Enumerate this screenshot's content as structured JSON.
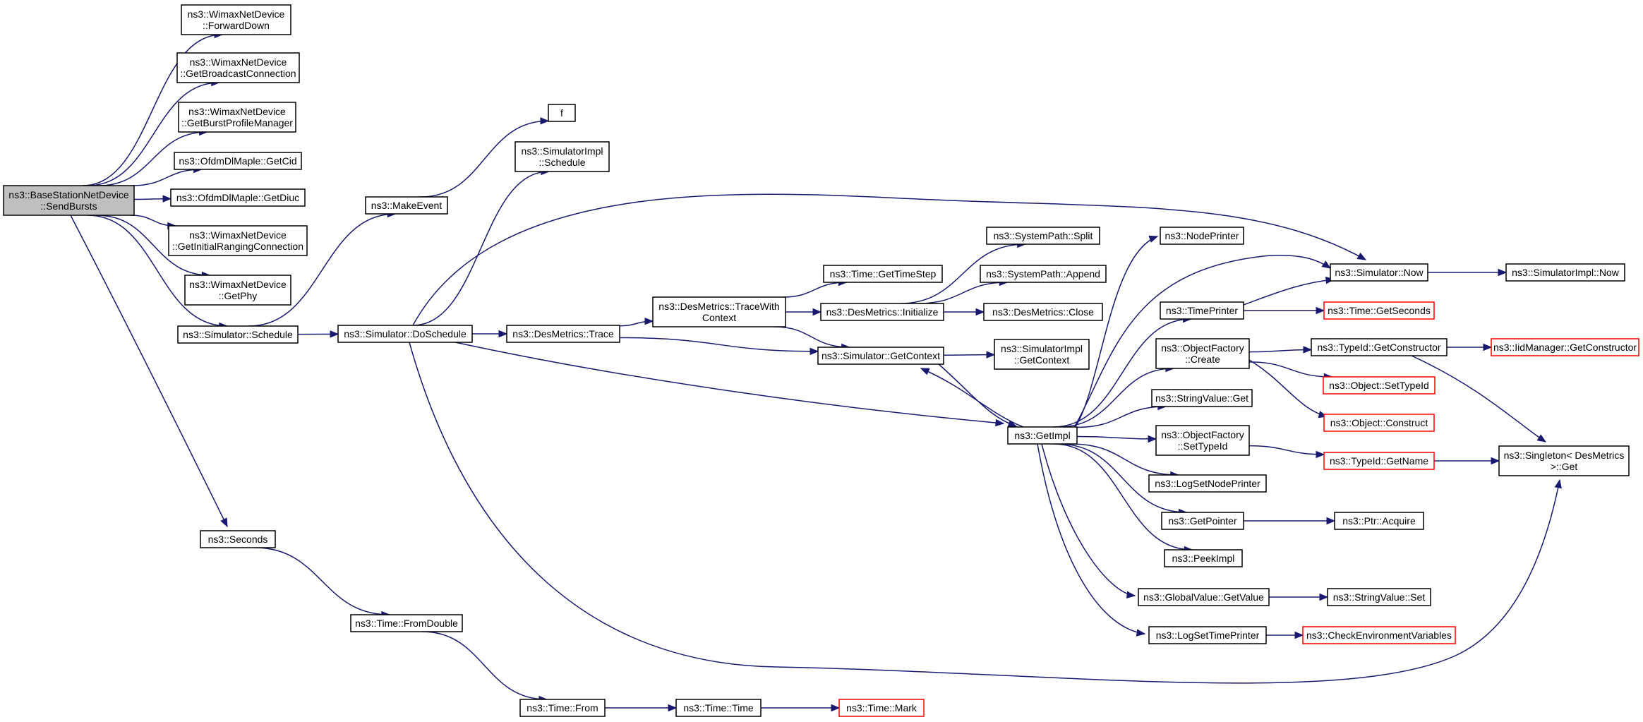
{
  "colors": {
    "edge": "#191970",
    "root_fill": "#bfbfbf",
    "truncated_border": "#ff0000",
    "node_border": "#000000"
  },
  "nodes": [
    {
      "id": "root",
      "lines": [
        "ns3::BaseStationNetDevice",
        "::SendBursts"
      ],
      "style": "root"
    },
    {
      "id": "fwd",
      "lines": [
        "ns3::WimaxNetDevice",
        "::ForwardDown"
      ]
    },
    {
      "id": "gbc",
      "lines": [
        "ns3::WimaxNetDevice",
        "::GetBroadcastConnection"
      ]
    },
    {
      "id": "gbpm",
      "lines": [
        "ns3::WimaxNetDevice",
        "::GetBurstProfileManager"
      ]
    },
    {
      "id": "cid",
      "lines": [
        "ns3::OfdmDlMaple::GetCid"
      ]
    },
    {
      "id": "diuc",
      "lines": [
        "ns3::OfdmDlMaple::GetDiuc"
      ]
    },
    {
      "id": "girc",
      "lines": [
        "ns3::WimaxNetDevice",
        "::GetInitialRangingConnection"
      ]
    },
    {
      "id": "phy",
      "lines": [
        "ns3::WimaxNetDevice",
        "::GetPhy"
      ]
    },
    {
      "id": "ssched",
      "lines": [
        "ns3::Simulator::Schedule"
      ]
    },
    {
      "id": "sec",
      "lines": [
        "ns3::Seconds"
      ]
    },
    {
      "id": "mkev",
      "lines": [
        "ns3::MakeEvent"
      ]
    },
    {
      "id": "dosched",
      "lines": [
        "ns3::Simulator::DoSchedule"
      ]
    },
    {
      "id": "fromdbl",
      "lines": [
        "ns3::Time::FromDouble"
      ]
    },
    {
      "id": "f",
      "lines": [
        "f"
      ]
    },
    {
      "id": "simimplsched",
      "lines": [
        "ns3::SimulatorImpl",
        "::Schedule"
      ]
    },
    {
      "id": "dmtrace",
      "lines": [
        "ns3::DesMetrics::Trace"
      ]
    },
    {
      "id": "tfrom",
      "lines": [
        "ns3::Time::From"
      ]
    },
    {
      "id": "ttime",
      "lines": [
        "ns3::Time::Time"
      ]
    },
    {
      "id": "tmark",
      "lines": [
        "ns3::Time::Mark"
      ],
      "style": "truncated"
    },
    {
      "id": "dmtwc",
      "lines": [
        "ns3::DesMetrics::TraceWith",
        "Context"
      ]
    },
    {
      "id": "gts",
      "lines": [
        "ns3::Time::GetTimeStep"
      ]
    },
    {
      "id": "dminit",
      "lines": [
        "ns3::DesMetrics::Initialize"
      ]
    },
    {
      "id": "getctx",
      "lines": [
        "ns3::Simulator::GetContext"
      ]
    },
    {
      "id": "spsplit",
      "lines": [
        "ns3::SystemPath::Split"
      ]
    },
    {
      "id": "spappend",
      "lines": [
        "ns3::SystemPath::Append"
      ]
    },
    {
      "id": "dmclose",
      "lines": [
        "ns3::DesMetrics::Close"
      ]
    },
    {
      "id": "simimplctx",
      "lines": [
        "ns3::SimulatorImpl",
        "::GetContext"
      ]
    },
    {
      "id": "getimpl",
      "lines": [
        "ns3::GetImpl"
      ]
    },
    {
      "id": "nodepr",
      "lines": [
        "ns3::NodePrinter"
      ]
    },
    {
      "id": "timepr",
      "lines": [
        "ns3::TimePrinter"
      ]
    },
    {
      "id": "ofcreate",
      "lines": [
        "ns3::ObjectFactory",
        "::Create"
      ]
    },
    {
      "id": "svget",
      "lines": [
        "ns3::StringValue::Get"
      ]
    },
    {
      "id": "ofsettid",
      "lines": [
        "ns3::ObjectFactory",
        "::SetTypeId"
      ]
    },
    {
      "id": "lsnp",
      "lines": [
        "ns3::LogSetNodePrinter"
      ]
    },
    {
      "id": "getptr",
      "lines": [
        "ns3::GetPointer"
      ]
    },
    {
      "id": "peekimpl",
      "lines": [
        "ns3::PeekImpl"
      ]
    },
    {
      "id": "gvgetval",
      "lines": [
        "ns3::GlobalValue::GetValue"
      ]
    },
    {
      "id": "lstp",
      "lines": [
        "ns3::LogSetTimePrinter"
      ]
    },
    {
      "id": "simnow",
      "lines": [
        "ns3::Simulator::Now"
      ]
    },
    {
      "id": "tgetsec",
      "lines": [
        "ns3::Time::GetSeconds"
      ],
      "style": "truncated"
    },
    {
      "id": "tidgetctor",
      "lines": [
        "ns3::TypeId::GetConstructor"
      ]
    },
    {
      "id": "objsettid",
      "lines": [
        "ns3::Object::SetTypeId"
      ],
      "style": "truncated"
    },
    {
      "id": "objconstruct",
      "lines": [
        "ns3::Object::Construct"
      ],
      "style": "truncated"
    },
    {
      "id": "tidgetname",
      "lines": [
        "ns3::TypeId::GetName"
      ],
      "style": "truncated"
    },
    {
      "id": "ptracq",
      "lines": [
        "ns3::Ptr::Acquire"
      ]
    },
    {
      "id": "svset",
      "lines": [
        "ns3::StringValue::Set"
      ]
    },
    {
      "id": "checkenv",
      "lines": [
        "ns3::CheckEnvironmentVariables"
      ],
      "style": "truncated"
    },
    {
      "id": "simimplnow",
      "lines": [
        "ns3::SimulatorImpl::Now"
      ]
    },
    {
      "id": "iidmgr",
      "lines": [
        "ns3::IidManager::GetConstructor"
      ],
      "style": "truncated"
    },
    {
      "id": "singleton",
      "lines": [
        "ns3::Singleton< DesMetrics",
        " >::Get"
      ]
    }
  ],
  "edges": [
    [
      "root",
      "fwd"
    ],
    [
      "root",
      "gbc"
    ],
    [
      "root",
      "gbpm"
    ],
    [
      "root",
      "cid"
    ],
    [
      "root",
      "diuc"
    ],
    [
      "root",
      "girc"
    ],
    [
      "root",
      "phy"
    ],
    [
      "root",
      "ssched"
    ],
    [
      "root",
      "sec"
    ],
    [
      "ssched",
      "mkev"
    ],
    [
      "ssched",
      "dosched"
    ],
    [
      "sec",
      "fromdbl"
    ],
    [
      "fromdbl",
      "tfrom"
    ],
    [
      "tfrom",
      "ttime"
    ],
    [
      "ttime",
      "tmark"
    ],
    [
      "mkev",
      "f"
    ],
    [
      "dosched",
      "simimplsched"
    ],
    [
      "dosched",
      "dmtrace"
    ],
    [
      "dosched",
      "simnow"
    ],
    [
      "dosched",
      "getimpl"
    ],
    [
      "dosched",
      "singleton"
    ],
    [
      "dmtrace",
      "dmtwc"
    ],
    [
      "dmtrace",
      "getctx"
    ],
    [
      "dmtwc",
      "gts"
    ],
    [
      "dmtwc",
      "dminit"
    ],
    [
      "dmtwc",
      "getctx"
    ],
    [
      "dminit",
      "spsplit"
    ],
    [
      "dminit",
      "spappend"
    ],
    [
      "dminit",
      "dmclose"
    ],
    [
      "getctx",
      "simimplctx"
    ],
    [
      "getctx",
      "getimpl"
    ],
    [
      "getimpl",
      "nodepr"
    ],
    [
      "getimpl",
      "simnow"
    ],
    [
      "getimpl",
      "timepr"
    ],
    [
      "getimpl",
      "getctx"
    ],
    [
      "getimpl",
      "ofcreate"
    ],
    [
      "getimpl",
      "svget"
    ],
    [
      "getimpl",
      "ofsettid"
    ],
    [
      "getimpl",
      "lsnp"
    ],
    [
      "getimpl",
      "getptr"
    ],
    [
      "getimpl",
      "peekimpl"
    ],
    [
      "getimpl",
      "gvgetval"
    ],
    [
      "getimpl",
      "lstp"
    ],
    [
      "timepr",
      "simnow"
    ],
    [
      "timepr",
      "tgetsec"
    ],
    [
      "simnow",
      "simimplnow"
    ],
    [
      "ofcreate",
      "tidgetctor"
    ],
    [
      "ofcreate",
      "objsettid"
    ],
    [
      "ofcreate",
      "objconstruct"
    ],
    [
      "ofsettid",
      "tidgetname"
    ],
    [
      "tidgetctor",
      "iidmgr"
    ],
    [
      "tidgetctor",
      "singleton"
    ],
    [
      "tidgetname",
      "singleton"
    ],
    [
      "getptr",
      "ptracq"
    ],
    [
      "gvgetval",
      "svset"
    ],
    [
      "lstp",
      "checkenv"
    ]
  ]
}
